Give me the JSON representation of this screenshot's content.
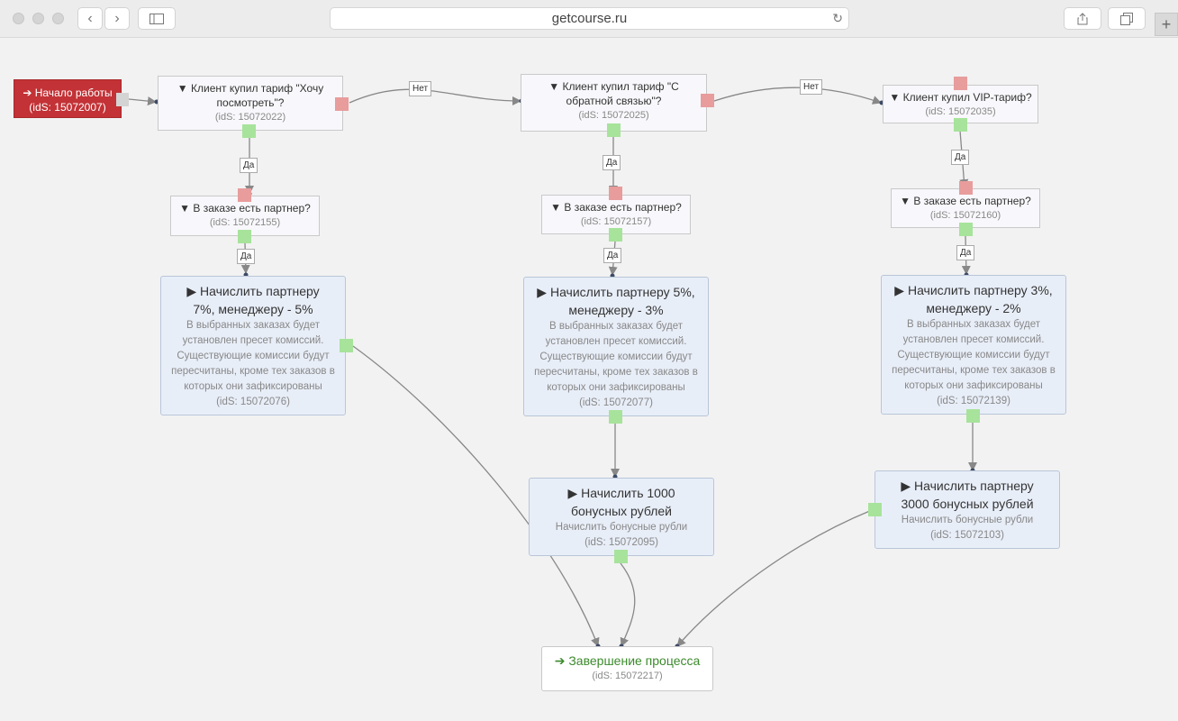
{
  "browser": {
    "url": "getcourse.ru",
    "icons": {
      "back": "chevron-left-icon",
      "forward": "chevron-right-icon",
      "sidebar": "sidebar-icon",
      "reload": "reload-icon",
      "share": "share-icon",
      "tabs": "tabs-icon",
      "new_tab": "plus-icon"
    }
  },
  "flow": {
    "start": {
      "title": "Начало работы",
      "id": "(idS: 15072007)"
    },
    "cond1": {
      "title": "Клиент купил тариф \"Хочу посмотреть\"?",
      "id": "(idS: 15072022)"
    },
    "cond2": {
      "title": "Клиент купил тариф \"С обратной связью\"?",
      "id": "(idS: 15072025)"
    },
    "cond3": {
      "title": "Клиент купил VIP-тариф?",
      "id": "(idS: 15072035)"
    },
    "partner1": {
      "title": "В заказе есть партнер?",
      "id": "(idS: 15072155)"
    },
    "partner2": {
      "title": "В заказе есть партнер?",
      "id": "(idS: 15072157)"
    },
    "partner3": {
      "title": "В заказе есть партнер?",
      "id": "(idS: 15072160)"
    },
    "act1": {
      "title": "Начислить партнеру 7%, менеджеру - 5%",
      "desc": "В выбранных заказах будет установлен пресет комиссий. Существующие комиссии будут пересчитаны, кроме тех заказов в которых они зафиксированы",
      "id": "(idS: 15072076)"
    },
    "act2": {
      "title": "Начислить партнеру 5%, менеджеру - 3%",
      "desc": "В выбранных заказах будет установлен пресет комиссий. Существующие комиссии будут пересчитаны, кроме тех заказов в которых они зафиксированы",
      "id": "(idS: 15072077)"
    },
    "act3": {
      "title": "Начислить партнеру 3%, менеджеру - 2%",
      "desc": "В выбранных заказах будет установлен пресет комиссий. Существующие комиссии будут пересчитаны, кроме тех заказов в которых они зафиксированы",
      "id": "(idS: 15072139)"
    },
    "bonus1": {
      "title": "Начислить 1000 бонусных рублей",
      "desc": "Начислить бонусные рубли",
      "id": "(idS: 15072095)"
    },
    "bonus2": {
      "title": "Начислить партнеру 3000 бонусных рублей",
      "desc": "Начислить бонусные рубли",
      "id": "(idS: 15072103)"
    },
    "end": {
      "title": "Завершение процесса",
      "id": "(idS: 15072217)"
    },
    "labels": {
      "yes": "Да",
      "no": "Нет"
    },
    "colors": {
      "start": "#c33236",
      "yes_port": "#a7e39b",
      "no_port": "#e89c9c",
      "action_bg": "#e8eef8",
      "end_text": "#3c8a2c"
    }
  }
}
